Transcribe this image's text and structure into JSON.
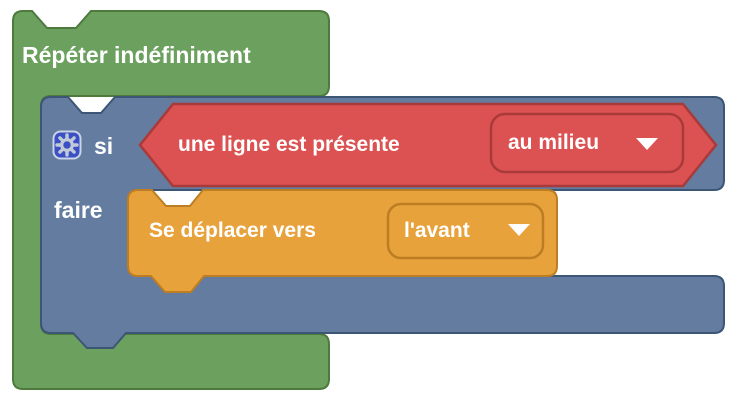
{
  "workspace": {
    "background": "#ffffff",
    "description": "Blockly visual programming workspace with nested blocks"
  },
  "blocks": {
    "repeat": {
      "label": "Répéter indéfiniment",
      "type": "loop-block"
    },
    "if_do": {
      "if_label": "si",
      "do_label": "faire",
      "mutator_icon": "gear-icon",
      "type": "logic-block"
    },
    "condition": {
      "label": "une ligne est présente",
      "dropdown_value": "au milieu",
      "dropdown_icon": "dropdown-arrow-icon",
      "type": "boolean-hexagon-block"
    },
    "move": {
      "label": "Se déplacer vers",
      "dropdown_value": "l'avant",
      "dropdown_icon": "dropdown-arrow-icon",
      "type": "action-block"
    }
  },
  "colors": {
    "workspace_bg": "#ffffff",
    "green_fill": "#6BA05E",
    "green_border": "#4E7A3E",
    "blue_fill": "#637CA0",
    "blue_border": "#3C5676",
    "red_fill": "#DC5151",
    "red_border": "#A93A3A",
    "orange_fill": "#E8A23C",
    "orange_border": "#BD7D23",
    "gear_bg": "#3B50C5",
    "gear_border": "#CBD3E7",
    "gear_glyph": "#C2CAD8",
    "text_color": "#FFFFFF"
  }
}
